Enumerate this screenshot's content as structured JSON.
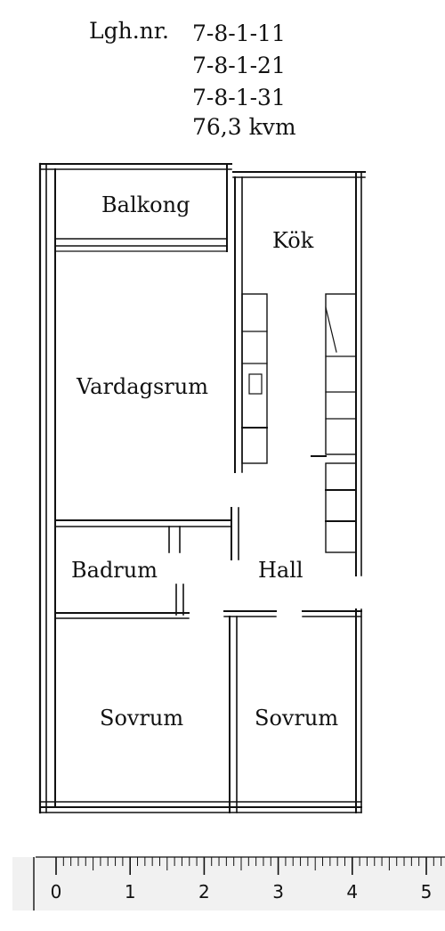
{
  "header": {
    "label": "Lgh.nr.",
    "apartments": [
      "7-8-1-11",
      "7-8-1-21",
      "7-8-1-31"
    ],
    "area": "76,3 kvm"
  },
  "rooms": {
    "balkong": "Balkong",
    "kok": "Kök",
    "vardagsrum": "Vardagsrum",
    "badrum": "Badrum",
    "hall": "Hall",
    "sovrum_left": "Sovrum",
    "sovrum_right": "Sovrum"
  },
  "scale": {
    "labels": [
      "0",
      "1",
      "2",
      "3",
      "4",
      "5"
    ],
    "min": 0,
    "max": 5,
    "minor_per_unit": 10
  }
}
